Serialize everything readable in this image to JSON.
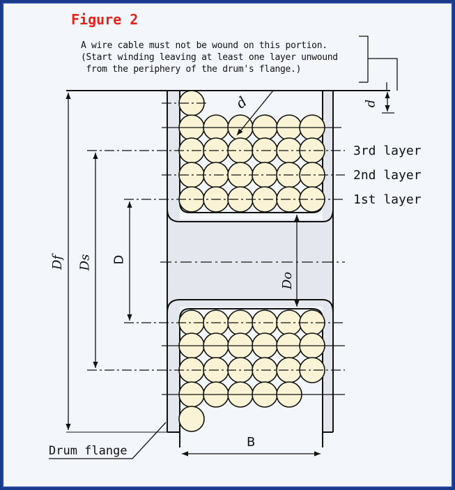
{
  "figure": {
    "title": "Figure 2",
    "note_lines": [
      "A wire cable must not be wound on this portion.",
      "(Start winding leaving at least one layer unwound",
      " from the periphery of the drum's flange.)"
    ],
    "layer_labels": [
      "3rd layer",
      "2nd layer",
      "1st layer"
    ],
    "dimensions": {
      "d": "d",
      "Df": "Df",
      "Ds": "Ds",
      "D": "D",
      "Do": "Do",
      "B": "B"
    },
    "drum_flange_label": "Drum flange"
  },
  "colors": {
    "background_border": "#1c3a8a",
    "paper": "#f3f6fb",
    "title_red": "#e4231c",
    "wire_fill": "#fbf3d6",
    "drum_fill": "#e4e8ee",
    "line": "#111111"
  }
}
